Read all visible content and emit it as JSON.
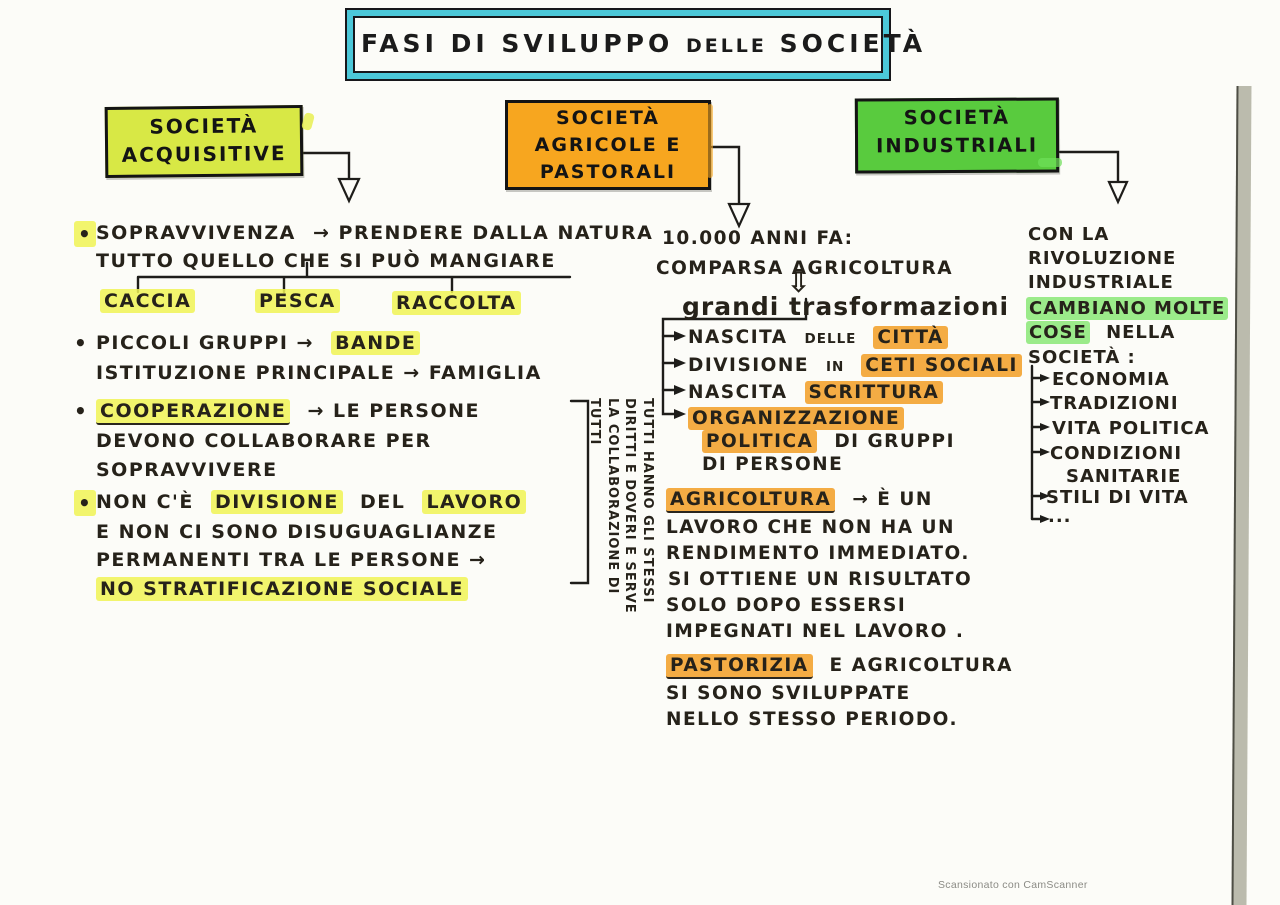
{
  "title": {
    "a": "FASI DI SVILUPPO",
    "b": "DELLE",
    "c": "SOCIETÀ"
  },
  "bullet": "•",
  "watermark": "Scansionato con CamScanner",
  "colors": {
    "title_border": "#4cc8d9",
    "box_acquisitive": "#d8e845",
    "box_agricole": "#f7a61f",
    "box_industriali": "#59cb3e",
    "highlight_yellow": "#eff259",
    "highlight_orange": "#f0a23b",
    "highlight_green": "#86e67c"
  },
  "boxes": {
    "acquisitive": {
      "l1": "SOCIETÀ",
      "l2": "ACQUISITIVE"
    },
    "agricole": {
      "l1": "SOCIETÀ",
      "l2": "AGRICOLE E",
      "l3": "PASTORALI"
    },
    "industriali": {
      "l1": "SOCIETÀ",
      "l2": "INDUSTRIALI"
    }
  },
  "left": {
    "s1": {
      "l1a": "SOPRAVVIVENZA",
      "l1b": "→ PRENDERE DALLA NATURA",
      "l2": "TUTTO QUELLO CHE SI PUÒ MANGIARE"
    },
    "branch": [
      "CACCIA",
      "PESCA",
      "RACCOLTA"
    ],
    "s2": {
      "l1a": "PICCOLI GRUPPI →",
      "l1b": "BANDE",
      "l2": "ISTITUZIONE PRINCIPALE → FAMIGLIA"
    },
    "s3": {
      "l1a": "COOPERAZIONE",
      "l1b": "→ LE PERSONE",
      "l2": "DEVONO COLLABORARE PER",
      "l3": "SOPRAVVIVERE"
    },
    "s4": {
      "l1a": "NON C'È",
      "l1b": "DIVISIONE",
      "l1c": "DEL",
      "l1d": "LAVORO",
      "l2": "E NON CI SONO DISUGUAGLIANZE",
      "l3": "PERMANENTI TRA LE PERSONE →",
      "l4": "NO STRATIFICAZIONE SOCIALE"
    },
    "note": [
      "TUTTI HANNO GLI STESSI",
      "DIRITTI E DOVERI E SERVE",
      "LA COLLABORAZIONE DI",
      "TUTTI"
    ]
  },
  "mid": {
    "intro": {
      "l1": "10.000 ANNI FA:",
      "l2": "COMPARSA AGRICOLTURA"
    },
    "big_arrow": "⇩",
    "trans": "grandi trasformazioni",
    "list": {
      "i1a": "NASCITA",
      "i1b": "DELLE",
      "i1c": "CITTÀ",
      "i2a": "DIVISIONE",
      "i2b": "IN",
      "i2c": "CETI SOCIALI",
      "i3a": "NASCITA",
      "i3b": "SCRITTURA",
      "i4a": "ORGANIZZAZIONE",
      "i4b": "POLITICA",
      "i4c": "DI GRUPPI",
      "i4d": "DI PERSONE"
    },
    "agri": {
      "t": "AGRICOLTURA",
      "l1": "→ È UN",
      "l2": "LAVORO CHE NON HA UN",
      "l3": "RENDIMENTO IMMEDIATO.",
      "l4": "SI OTTIENE UN RISULTATO",
      "l5": "SOLO DOPO ESSERSI",
      "l6": "IMPEGNATI NEL LAVORO ."
    },
    "past": {
      "t": "PASTORIZIA",
      "l1": "E AGRICOLTURA",
      "l2": "SI SONO SVILUPPATE",
      "l3": "NELLO STESSO PERIODO."
    }
  },
  "right": {
    "l1": "CON LA",
    "l2": "RIVOLUZIONE",
    "l3": "INDUSTRIALE",
    "l4": "CAMBIANO MOLTE",
    "l5a": "COSE",
    "l5b": "NELLA",
    "l6": "SOCIETÀ :",
    "list": [
      "ECONOMIA",
      "TRADIZIONI",
      "VITA POLITICA",
      "CONDIZIONI",
      "SANITARIE",
      "STILI DI VITA",
      "..."
    ]
  }
}
